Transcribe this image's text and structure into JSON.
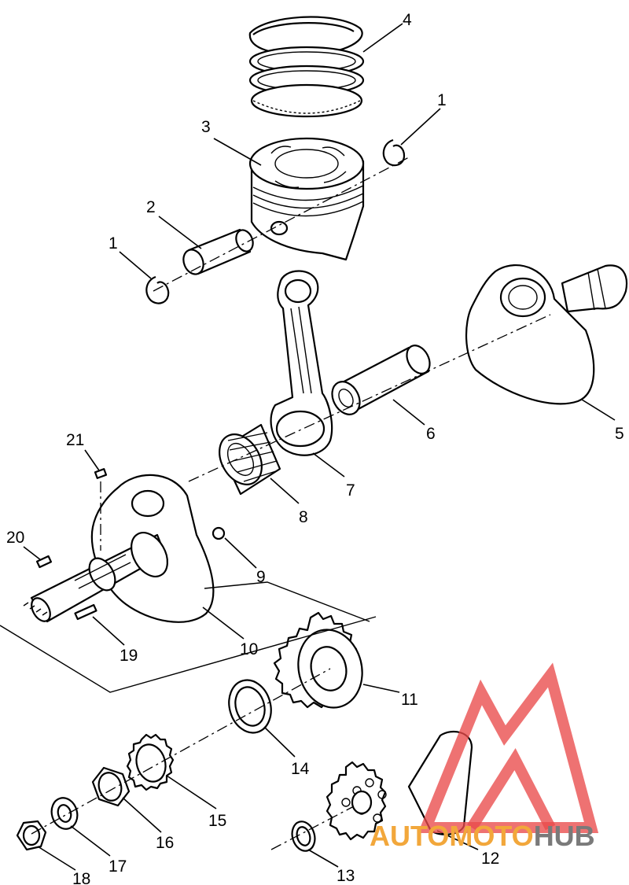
{
  "callouts": {
    "c1a": "1",
    "c1b": "1",
    "c2": "2",
    "c3": "3",
    "c4": "4",
    "c5": "5",
    "c6": "6",
    "c7": "7",
    "c8": "8",
    "c9": "9",
    "c10": "10",
    "c11": "11",
    "c12": "12",
    "c13": "13",
    "c14": "14",
    "c15": "15",
    "c16": "16",
    "c17": "17",
    "c18": "18",
    "c19": "19",
    "c20": "20",
    "c21": "21"
  },
  "watermark": {
    "text_auto": "AUTO",
    "text_moto": "MOTO",
    "text_hub": "HUB",
    "color_red": "#e94a4a",
    "color_orange": "#f2a73b",
    "color_gray": "#7a7a7a"
  }
}
